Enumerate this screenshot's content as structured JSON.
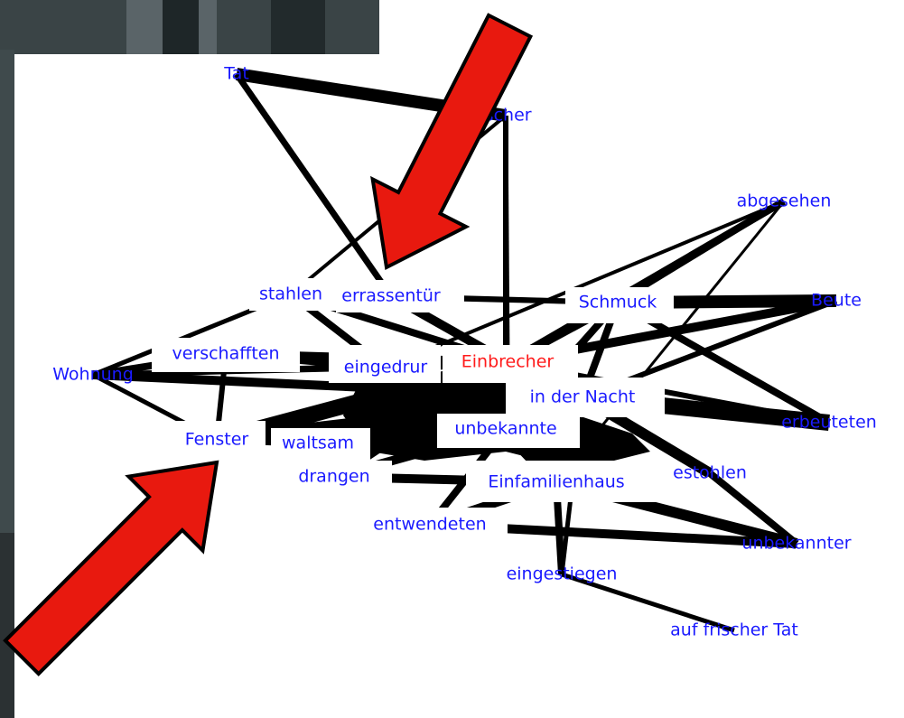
{
  "graph": {
    "nodes": [
      {
        "id": "tat",
        "label": "Tat"
      },
      {
        "id": "frischer",
        "label": "ischer"
      },
      {
        "id": "abgesehen",
        "label": "abgesehen"
      },
      {
        "id": "beute",
        "label": "Beute"
      },
      {
        "id": "stahlen",
        "label": "stahlen"
      },
      {
        "id": "terrassentuer",
        "label": "errassentür"
      },
      {
        "id": "schmuck",
        "label": "Schmuck"
      },
      {
        "id": "verschafften",
        "label": "verschafften"
      },
      {
        "id": "wohnung",
        "label": "Wohnung"
      },
      {
        "id": "eingedrungen",
        "label": "eingedrur"
      },
      {
        "id": "einbrecher",
        "label": "Einbrecher"
      },
      {
        "id": "nacht",
        "label": "in der Nacht"
      },
      {
        "id": "erbeuteten",
        "label": "erbeuteten"
      },
      {
        "id": "unbekannte",
        "label": "unbekannte"
      },
      {
        "id": "fenster",
        "label": "Fenster"
      },
      {
        "id": "gewaltsam",
        "label": "waltsam"
      },
      {
        "id": "drangen",
        "label": "drangen"
      },
      {
        "id": "einfamilienhaus",
        "label": "Einfamilienhaus"
      },
      {
        "id": "gestohlen",
        "label": "estohlen"
      },
      {
        "id": "entwendeten",
        "label": "entwendeten"
      },
      {
        "id": "unbekannter",
        "label": "unbekannter"
      },
      {
        "id": "eingestiegen",
        "label": "eingestiegen"
      },
      {
        "id": "auf_frischer_tat",
        "label": "auf frischer Tat"
      }
    ],
    "highlight_node": "einbrecher",
    "colors": {
      "node_text": "#1a1aff",
      "highlight_text": "#ff1a1a",
      "edge": "#000000",
      "arrow_fill": "#e8190f"
    }
  },
  "annotation": {
    "arrows": 2,
    "arrow_color": "#e8190f"
  }
}
